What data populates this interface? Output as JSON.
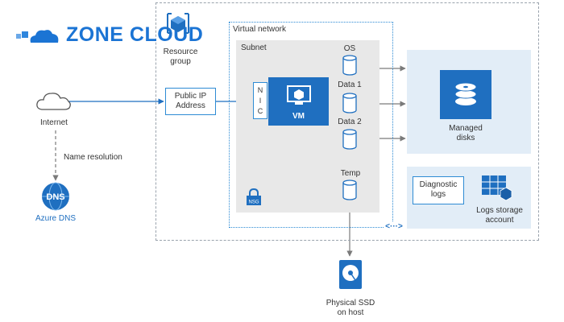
{
  "logo": {
    "text": "ZONE CLOUD"
  },
  "labels": {
    "resource_group": "Resource\ngroup",
    "virtual_network": "Virtual network",
    "subnet": "Subnet",
    "internet": "Internet",
    "name_resolution": "Name resolution",
    "azure_dns": "Azure DNS",
    "public_ip": "Public IP\nAddress",
    "nic": "N\nI\nC",
    "vm": "VM",
    "nsg": "NSG",
    "dns_icon_text": "DNS",
    "disks": [
      {
        "label": "OS"
      },
      {
        "label": "Data 1"
      },
      {
        "label": "Data 2"
      },
      {
        "label": "Temp"
      }
    ],
    "managed_disks": "Managed\ndisks",
    "diagnostic_logs": "Diagnostic\nlogs",
    "logs_storage": "Logs storage\naccount",
    "physical_ssd": "Physical SSD\non host",
    "peering": "<···>"
  },
  "colors": {
    "azure_blue": "#1f6fc0",
    "line_gray": "#8a8a8a",
    "light_panel": "#e2edf7",
    "subnet_gray": "#e8e8e8"
  }
}
